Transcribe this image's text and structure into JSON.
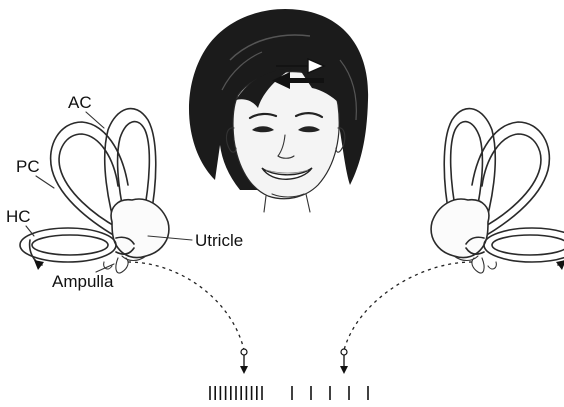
{
  "labels": {
    "ac": "AC",
    "pc": "PC",
    "hc": "HC",
    "utricle": "Utricle",
    "ampulla": "Ampulla"
  },
  "spike_trains": {
    "left_count": 11,
    "right_count": 5
  },
  "colors": {
    "line": "#2a2a2a",
    "hair": "#111111",
    "skin": "#f2f2f2",
    "background": "#ffffff"
  },
  "icons": {
    "head_turn_arrows": "double-horizontal-arrow-icon",
    "nerve_endings": "neuron-terminal-icon"
  }
}
